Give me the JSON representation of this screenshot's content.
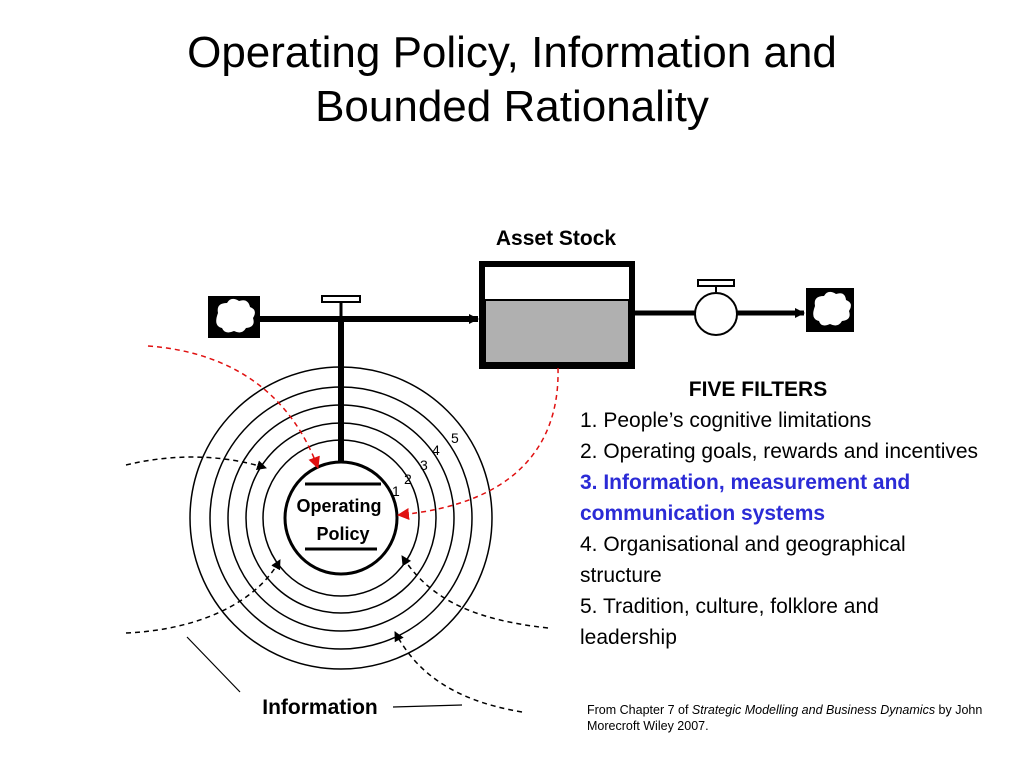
{
  "title": {
    "line1": "Operating Policy, Information and",
    "line2": "Bounded Rationality"
  },
  "diagram": {
    "stock_label": "Asset Stock",
    "policy_label_1": "Operating",
    "policy_label_2": "Policy",
    "ring_numbers": [
      "1",
      "2",
      "3",
      "4",
      "5"
    ],
    "information_label": "Information",
    "colors": {
      "stock_fill": "#b0b0b0",
      "red_arrow": "#e01010",
      "highlight_text": "#2b2bd6"
    },
    "icons": [
      "cloud-source-icon",
      "valve-icon",
      "converter-icon",
      "cloud-sink-icon"
    ]
  },
  "filters": {
    "heading": "FIVE FILTERS",
    "items": [
      "1. People’s cognitive limitations",
      "2. Operating goals, rewards and incentives",
      "3. Information, measurement and communication systems",
      "4. Organisational and geographical structure",
      "5. Tradition, culture, folklore and leadership"
    ]
  },
  "citation": {
    "prefix": "From Chapter 7 of ",
    "book": "Strategic Modelling and Business Dynamics",
    "suffix": " by John Morecroft Wiley 2007."
  }
}
